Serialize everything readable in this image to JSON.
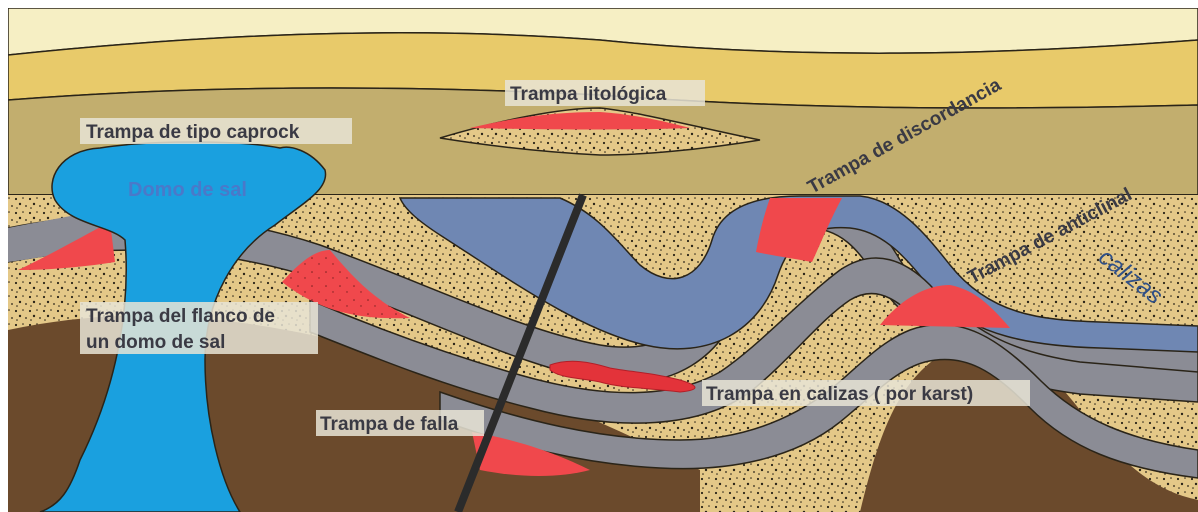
{
  "labels": {
    "caprock": "Trampa de tipo caprock",
    "dome": "Domo de sal",
    "lithologic": "Trampa litológica",
    "unconformity": "Trampa de discordancia",
    "anticline": "Trampa de anticlinal",
    "limestone": "calizas",
    "flank_line1": "Trampa del flanco de",
    "flank_line2": "un domo de sal",
    "fault": "Trampa de falla",
    "karst": "Trampa en calizas ( por karst)"
  },
  "colors": {
    "surface_pale": "#f6efc4",
    "surface_yellow": "#e8ca6a",
    "cap_olive": "#c2ae6e",
    "sand": "#e4c888",
    "shale_gray": "#8b8c95",
    "limestone_blue": "#6f87b3",
    "basement": "#6b4a2c",
    "salt": "#1aa0df",
    "oil": "#f0484c",
    "fault": "#2b2b2b"
  }
}
